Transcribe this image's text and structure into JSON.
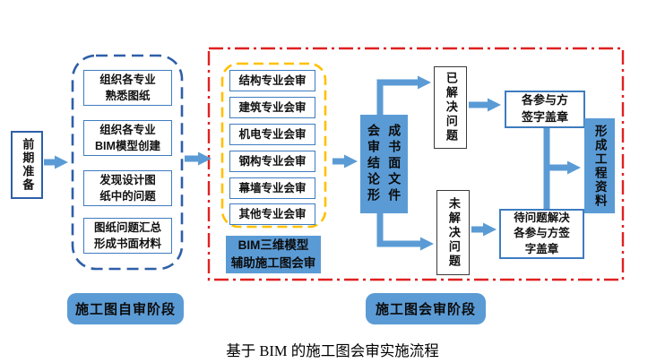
{
  "caption": "基于 BIM 的施工图会审实施流程",
  "colors": {
    "accent_blue": "#5B9BD5",
    "border_blue": "#2E5FA8",
    "group_yellow": "#FFC000",
    "group_red": "#E02020"
  },
  "prep": {
    "label": "前期准备"
  },
  "self_review_stage": {
    "stage_label": "施工图自审阶段",
    "steps": [
      "组织各专业\n熟悉图纸",
      "组织各专业\nBIM模型创建",
      "发现设计图\n纸中的问题",
      "图纸问题汇总\n形成书面材料"
    ]
  },
  "joint_review_stage": {
    "stage_label": "施工图会审阶段",
    "specialties": [
      "结构专业会审",
      "建筑专业会审",
      "机电专业会审",
      "钢构专业会审",
      "幕墙专业会审",
      "其他专业会审"
    ],
    "bim_support_label": "BIM三维模型\n辅助施工图会审",
    "conclusion": {
      "col_left": "会审结论形",
      "col_right": "成书面文件"
    },
    "solved_label": "已解决问题",
    "unsolved_label": "未解决问题",
    "sign_solved": "各参与方\n签字盖章",
    "sign_unsolved": "待问题解决\n各参与方签\n字盖章",
    "result_label": "形成工程资料"
  }
}
